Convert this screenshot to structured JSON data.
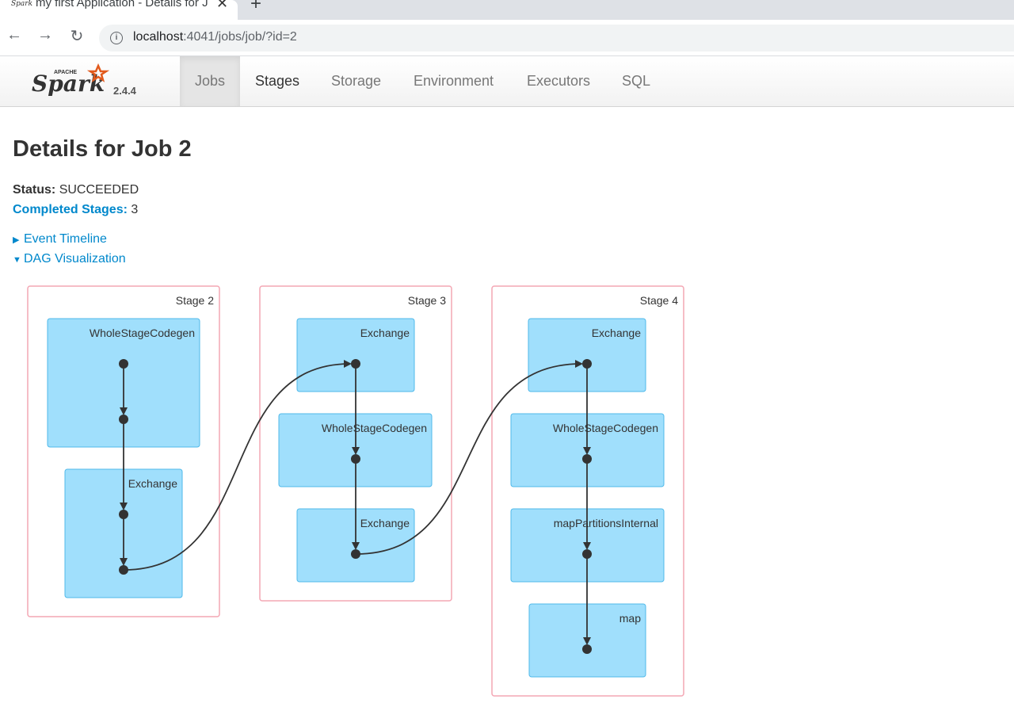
{
  "browser": {
    "tab_title": "my first Application - Details for J",
    "tab_favicon": "Spark",
    "url_host": "localhost",
    "url_path": ":4041/jobs/job/?id=2",
    "icons": [
      "back-arrow-icon",
      "forward-arrow-icon",
      "reload-icon",
      "info-icon",
      "close-icon",
      "plus-icon"
    ]
  },
  "spark_nav": {
    "logo_small": "APACHE",
    "logo_text": "Spark",
    "version": "2.4.4",
    "tabs": [
      {
        "label": "Jobs",
        "active": true
      },
      {
        "label": "Stages",
        "active": false
      },
      {
        "label": "Storage",
        "active": false
      },
      {
        "label": "Environment",
        "active": false
      },
      {
        "label": "Executors",
        "active": false
      },
      {
        "label": "SQL",
        "active": false
      }
    ]
  },
  "page": {
    "title": "Details for Job 2",
    "status_label": "Status:",
    "status_value": "SUCCEEDED",
    "completed_label": "Completed Stages:",
    "completed_value": "3",
    "event_timeline": "Event Timeline",
    "dag_visualization": "DAG Visualization"
  },
  "dag": {
    "stages": [
      {
        "label": "Stage 2",
        "nodes": [
          "WholeStageCodegen",
          "Exchange"
        ]
      },
      {
        "label": "Stage 3",
        "nodes": [
          "Exchange",
          "WholeStageCodegen",
          "Exchange"
        ]
      },
      {
        "label": "Stage 4",
        "nodes": [
          "Exchange",
          "WholeStageCodegen",
          "mapPartitionsInternal",
          "map"
        ]
      }
    ],
    "colors": {
      "stage_border": "#f4a7b4",
      "node_fill": "#a0dffc",
      "node_border": "#4fb9ea",
      "edge": "#333333"
    }
  }
}
